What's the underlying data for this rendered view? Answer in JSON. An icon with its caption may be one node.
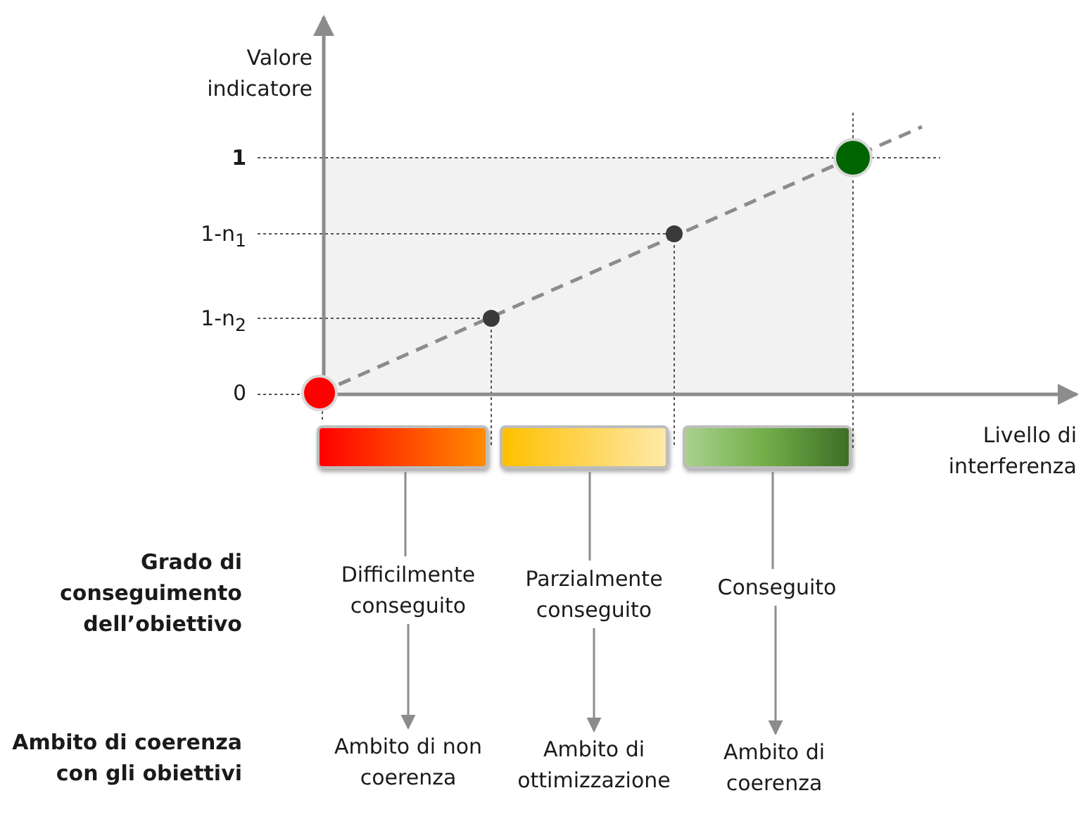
{
  "diagram": {
    "nodes": [
      {
        "text": [],
        "shape": "bar"
      },
      {
        "text": [],
        "shape": "bar"
      },
      {
        "text": [],
        "shape": "bar"
      },
      {
        "text": [
          "Difficilmente conseguito"
        ]
      },
      {
        "text": [
          "Parzialmente conseguito"
        ]
      },
      {
        "text": [
          "Conseguito"
        ]
      },
      {
        "text": [
          "Ambito di non coerenza"
        ]
      },
      {
        "text": [
          "Ambito di ottimizzazione"
        ]
      },
      {
        "text": [
          "Ambito di coerenza"
        ]
      }
    ],
    "edges": [
      {
        "from": 0,
        "to": 3,
        "arrow": "none"
      },
      {
        "from": 1,
        "to": 4,
        "arrow": "none"
      },
      {
        "from": 2,
        "to": 5,
        "arrow": "none"
      },
      {
        "from": 3,
        "to": 6,
        "arrow": "to"
      },
      {
        "from": 4,
        "to": 7,
        "arrow": "to"
      },
      {
        "from": 5,
        "to": 8,
        "arrow": "to"
      }
    ],
    "labels": [
      "Valore indicatore",
      "1",
      "1-n$_{1}$",
      "1-n$_{2}$",
      "0",
      "Livello di interferenza",
      "Grado di conseguimento dell’obiettivo",
      "Ambito di coerenza con gli obiettivi"
    ]
  }
}
